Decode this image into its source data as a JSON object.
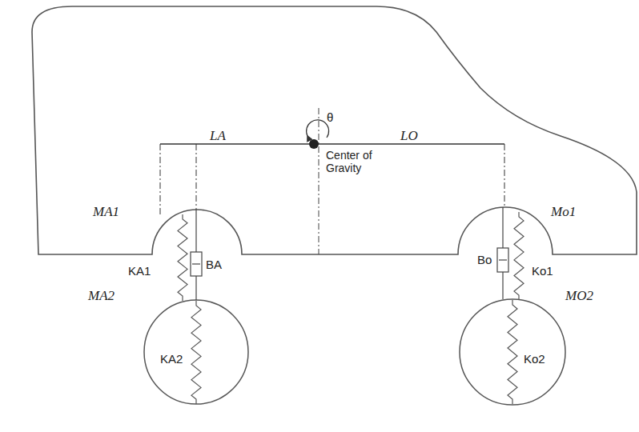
{
  "diagram": {
    "labels": [
      "LA",
      "θ",
      "LO",
      "Center of Gravity",
      "MA1",
      "Mo1",
      "KA1",
      "BA",
      "MA2",
      "KA2",
      "Bo",
      "Ko1",
      "MO2",
      "Ko2"
    ]
  }
}
